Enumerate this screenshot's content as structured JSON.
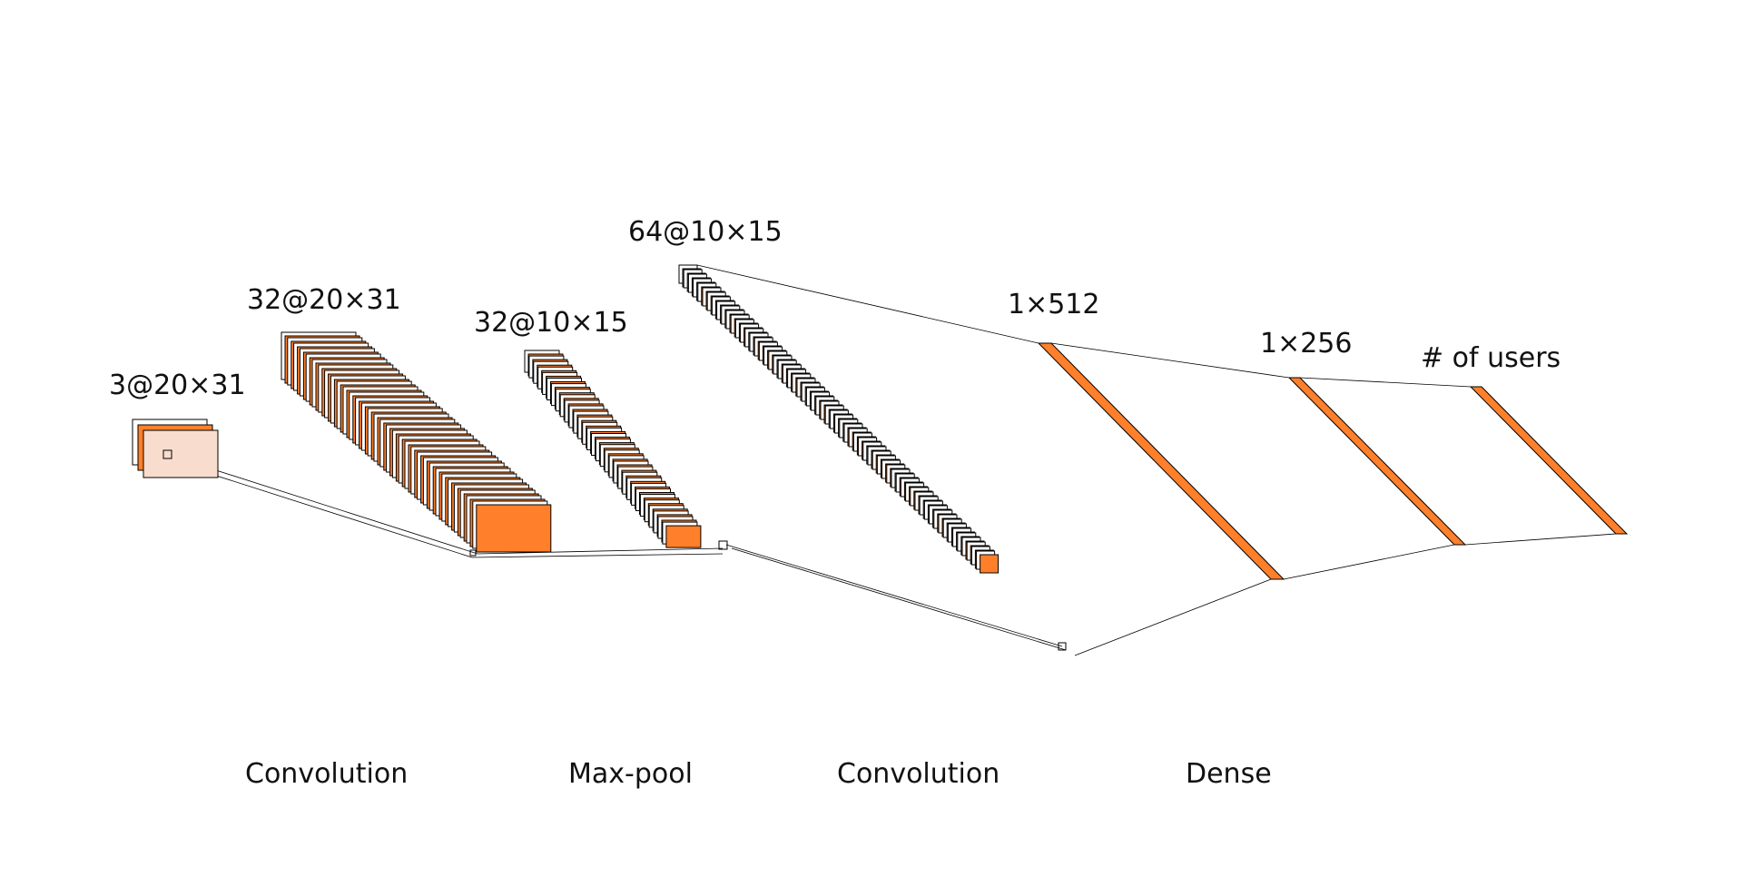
{
  "diagram": {
    "colors": {
      "fill": "#ff7f2a",
      "fill_light": "#f8dccd",
      "stroke": "#000000",
      "connector": "#000000"
    },
    "layers": [
      {
        "id": "input",
        "label": "3@20×31",
        "maps": 3
      },
      {
        "id": "conv1",
        "label": "32@20×31",
        "maps": 32
      },
      {
        "id": "pool1",
        "label": "32@10×15",
        "maps": 32
      },
      {
        "id": "conv2",
        "label": "64@10×15",
        "maps": 64
      },
      {
        "id": "dense1",
        "label": "1×512"
      },
      {
        "id": "dense2",
        "label": "1×256"
      },
      {
        "id": "output",
        "label": "# of users"
      }
    ],
    "operations": [
      {
        "id": "op-convolution-1",
        "label": "Convolution"
      },
      {
        "id": "op-max-pool",
        "label": "Max-pool"
      },
      {
        "id": "op-convolution-2",
        "label": "Convolution"
      },
      {
        "id": "op-dense",
        "label": "Dense"
      }
    ]
  }
}
